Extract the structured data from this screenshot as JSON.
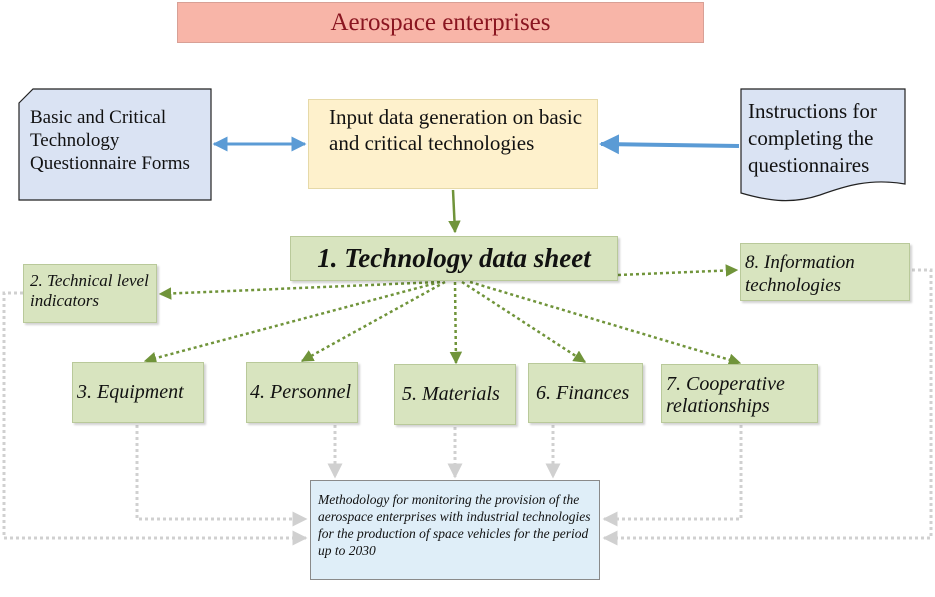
{
  "title": "Aerospace enterprises",
  "input_block": "Input data generation on basic and critical technologies",
  "left_doc": "Basic and Critical Technology Questionnaire Forms",
  "right_doc": "Instructions for completing the questionnaires",
  "data_sheet": "1. Technology data sheet",
  "components": {
    "technical": "2. Technical level indicators",
    "equipment": "3. Equipment",
    "personnel": "4. Personnel",
    "materials": "5. Materials",
    "finances": "6. Finances",
    "cooperative": "7. Cooperative relationships",
    "information": "8. Information technologies"
  },
  "result": "Methodology for monitoring the provision of the aerospace enterprises with industrial technologies for the production of space vehicles for the period up to 2030",
  "colors": {
    "title_fill": "#f8b5a8",
    "title_text": "#8a1520",
    "input_fill": "#fef1cc",
    "document_fill": "#dae3f3",
    "component_fill": "#d8e4bf",
    "result_fill": "#dfeef8",
    "blue_arrow": "#5b9bd5",
    "green_arrow": "#70943a",
    "grey_arrow": "#d0d0d0"
  }
}
